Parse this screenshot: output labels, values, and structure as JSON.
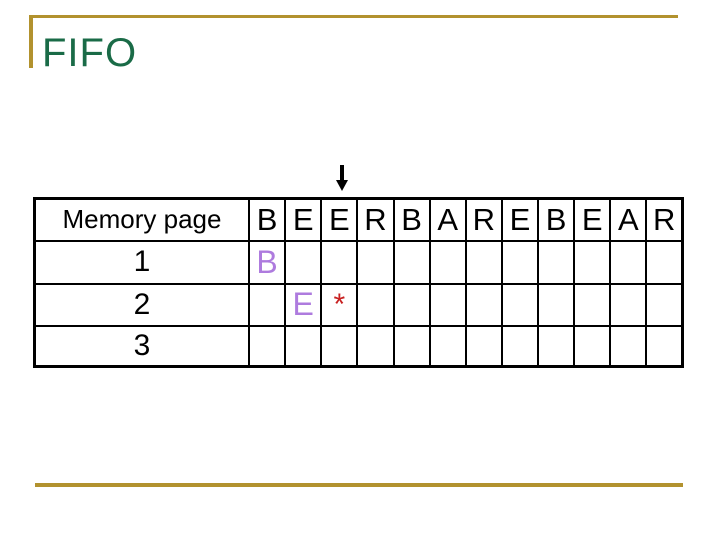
{
  "slide": {
    "title": "FIFO"
  },
  "colors": {
    "title_green": "#1A6B47",
    "accent_gold": "#B2922E",
    "page_letter_purple": "#AE7BDE",
    "hit_marker_red": "#C82020",
    "table_border": "#000000"
  },
  "icons": {
    "arrow": "down-arrow"
  },
  "arrow": {
    "target_reference_column": 3
  },
  "table": {
    "corner_label": "Memory page",
    "reference": [
      "B",
      "E",
      "E",
      "R",
      "B",
      "A",
      "R",
      "E",
      "B",
      "E",
      "A",
      "R"
    ],
    "rows": [
      {
        "label": "1",
        "cells": [
          "B",
          "",
          "",
          "",
          "",
          "",
          "",
          "",
          "",
          "",
          "",
          ""
        ]
      },
      {
        "label": "2",
        "cells": [
          "",
          "E",
          "*",
          "",
          "",
          "",
          "",
          "",
          "",
          "",
          "",
          ""
        ]
      },
      {
        "label": "3",
        "cells": [
          "",
          "",
          "",
          "",
          "",
          "",
          "",
          "",
          "",
          "",
          "",
          ""
        ]
      }
    ]
  }
}
